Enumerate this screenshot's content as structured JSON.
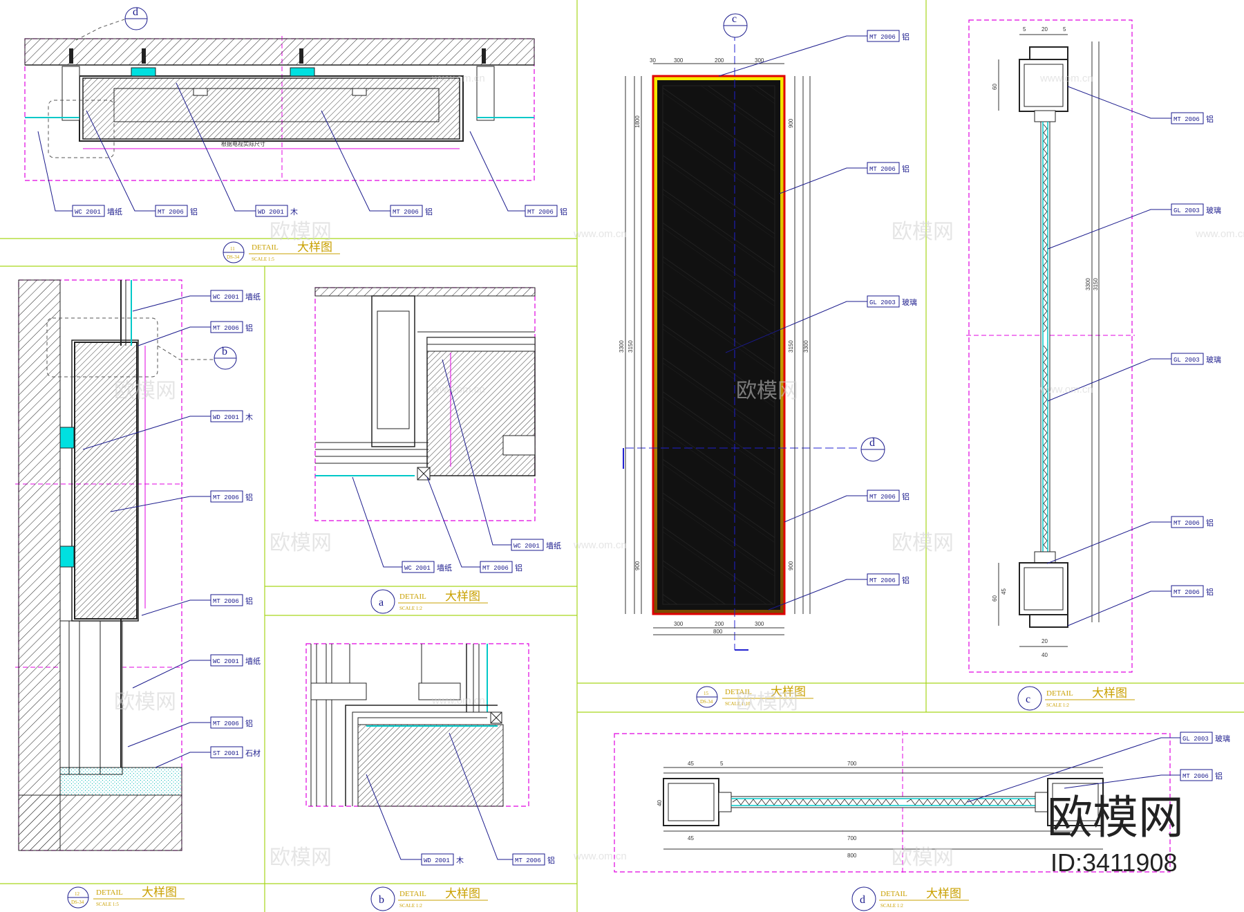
{
  "colors": {
    "frame": "#a6d61a",
    "dash": "#e000e0",
    "leader": "#1a1a8c",
    "title": "#c9a000",
    "cyan": "#00c8c8",
    "red": "#e00000",
    "yellow": "#f0e000"
  },
  "watermark": {
    "brand": "欧模网",
    "id": "ID:3411908",
    "text": "欧模网",
    "url": "www.om.cn"
  },
  "panels": {
    "p11": {
      "num": "11",
      "den": "DS-34",
      "en": "DETAIL",
      "zh": "大样图",
      "scale": "SCALE 1:5",
      "labels": [
        {
          "code": "WC 2001",
          "note": "墙纸"
        },
        {
          "code": "MT 2006",
          "note": "铝"
        },
        {
          "code": "WD 2001",
          "note": "木"
        },
        {
          "code": "MT 2006",
          "note": "铝"
        },
        {
          "code": "MT 2006",
          "note": "铝"
        }
      ],
      "inner": "根据电视实际尺寸",
      "bubble": "d"
    },
    "p12": {
      "num": "12",
      "den": "DS-34",
      "en": "DETAIL",
      "zh": "大样图",
      "scale": "SCALE 1:5",
      "labels": [
        {
          "code": "WC 2001",
          "note": "墙纸"
        },
        {
          "code": "MT 2006",
          "note": "铝"
        },
        {
          "code": "WD 2001",
          "note": "木"
        },
        {
          "code": "MT 2006",
          "note": "铝"
        },
        {
          "code": "MT 2006",
          "note": "铝"
        },
        {
          "code": "WC 2001",
          "note": "墙纸"
        },
        {
          "code": "MT 2006",
          "note": "铝"
        },
        {
          "code": "ST 2001",
          "note": "石材"
        }
      ],
      "bubble": "b"
    },
    "pa": {
      "letter": "a",
      "en": "DETAIL",
      "zh": "大样图",
      "scale": "SCALE 1:2",
      "labels": [
        {
          "code": "WC 2001",
          "note": "墙纸"
        },
        {
          "code": "WC 2001",
          "note": "墙纸"
        },
        {
          "code": "MT 2006",
          "note": "铝"
        }
      ]
    },
    "pb": {
      "letter": "b",
      "en": "DETAIL",
      "zh": "大样图",
      "scale": "SCALE 1:2",
      "labels": [
        {
          "code": "WD 2001",
          "note": "木"
        },
        {
          "code": "MT 2006",
          "note": "铝"
        }
      ]
    },
    "p15": {
      "num": "15",
      "den": "DS-34",
      "en": "DETAIL",
      "zh": "大样图",
      "scale": "SCALE 1:10",
      "labels": [
        {
          "code": "MT 2006",
          "note": "铝"
        },
        {
          "code": "MT 2006",
          "note": "铝"
        },
        {
          "code": "GL 2003",
          "note": "玻璃"
        },
        {
          "code": "MT 2006",
          "note": "铝"
        },
        {
          "code": "MT 2006",
          "note": "铝"
        }
      ],
      "dims_top": [
        "30",
        "300",
        "200",
        "300"
      ],
      "dims_bottom": [
        "300",
        "200",
        "300"
      ],
      "dim_total": "800",
      "dims_left": [
        "3300",
        "3150",
        "1800",
        "900"
      ],
      "dims_right": [
        "3150",
        "3300",
        "900",
        "900"
      ],
      "bubble_top": "c",
      "bubble_side": "d"
    },
    "pc": {
      "letter": "c",
      "en": "DETAIL",
      "zh": "大样图",
      "scale": "SCALE 1:2",
      "labels": [
        {
          "code": "MT 2006",
          "note": "铝"
        },
        {
          "code": "GL 2003",
          "note": "玻璃"
        },
        {
          "code": "GL 2003",
          "note": "玻璃"
        },
        {
          "code": "MT 2006",
          "note": "铝"
        },
        {
          "code": "MT 2006",
          "note": "铝"
        }
      ],
      "dims": [
        "5",
        "20",
        "5",
        "60",
        "3300",
        "3150",
        "45",
        "60",
        "20",
        "40"
      ]
    },
    "pd": {
      "letter": "d",
      "en": "DETAIL",
      "zh": "大样图",
      "scale": "SCALE 1:2",
      "labels": [
        {
          "code": "GL 2003",
          "note": "玻璃"
        },
        {
          "code": "MT 2006",
          "note": "铝"
        }
      ],
      "dims": [
        "45",
        "5",
        "700",
        "45",
        "700",
        "800",
        "40"
      ]
    }
  }
}
